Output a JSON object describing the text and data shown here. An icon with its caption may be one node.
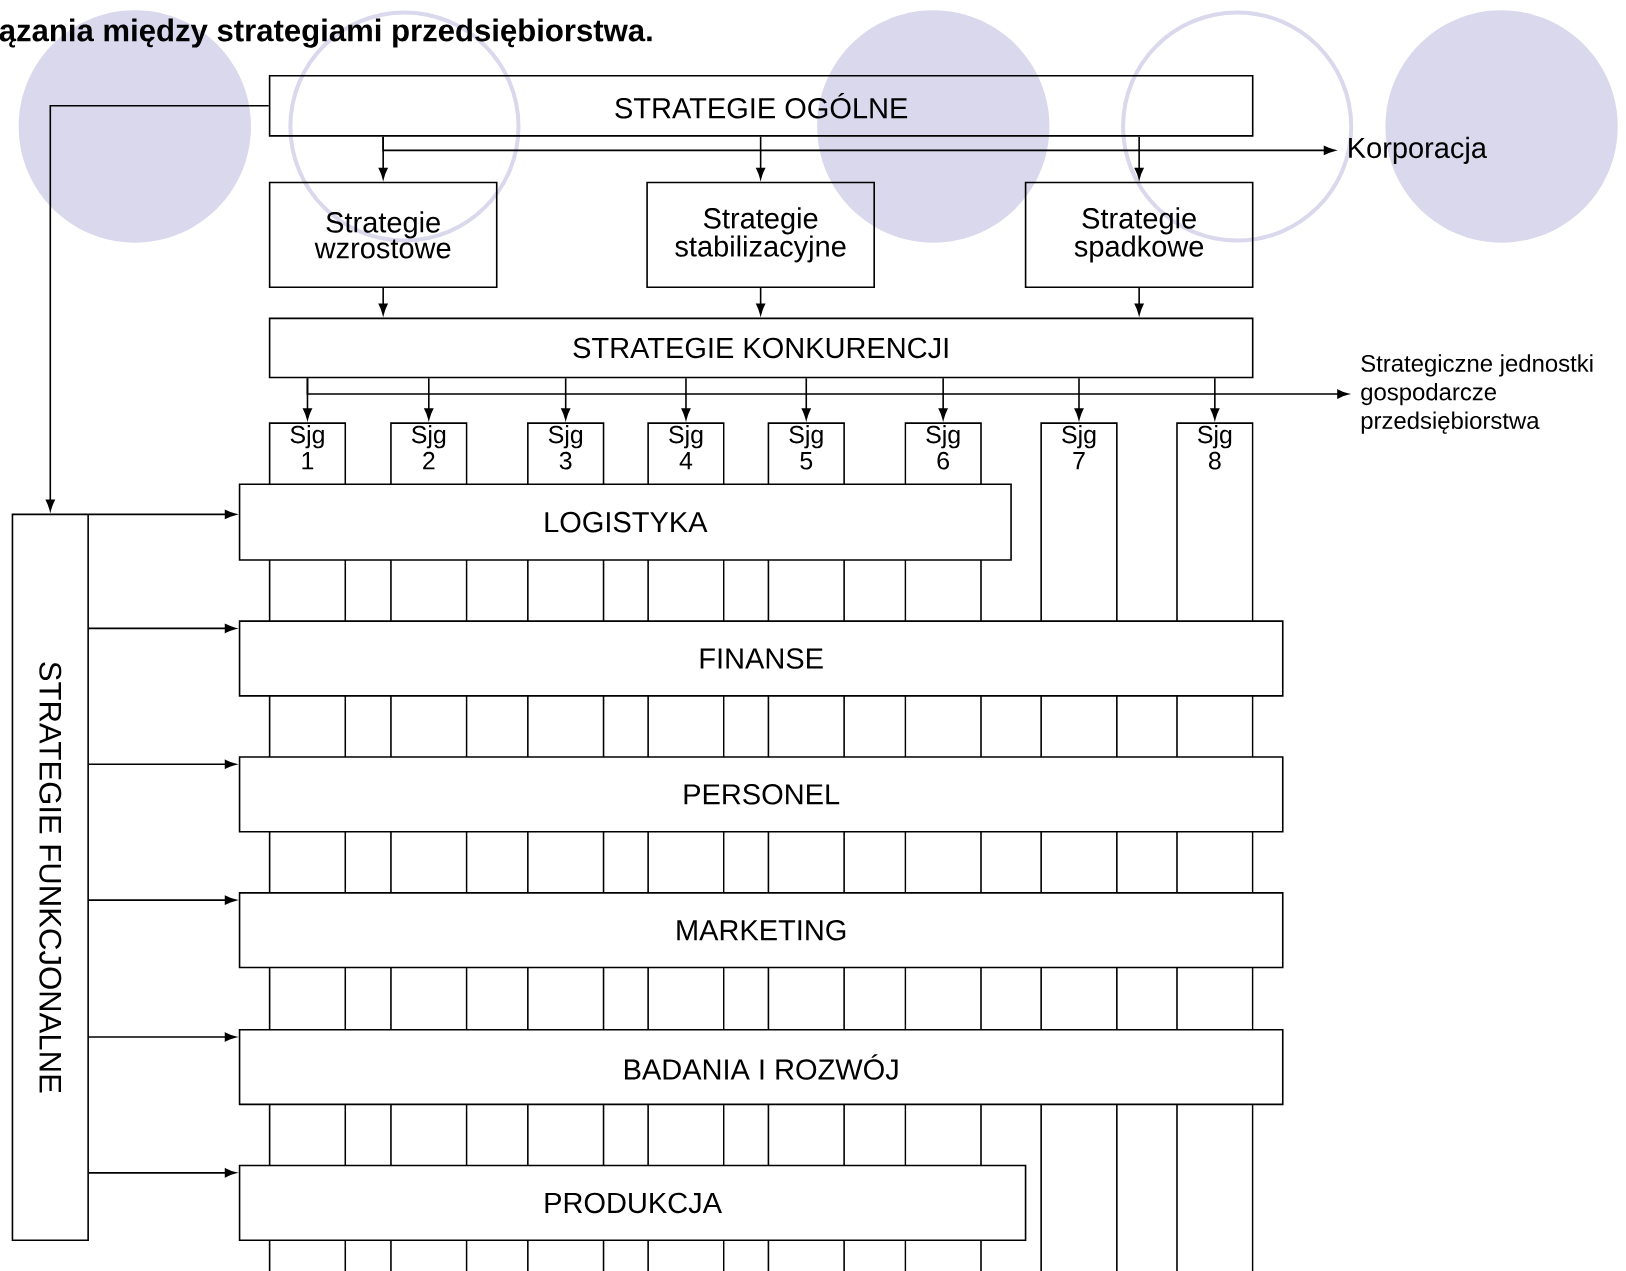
{
  "diagram": {
    "title": "ązania między strategiami przedsiębiorstwa.",
    "nodes": [
      {
        "text": [
          "STRATEGIE OGÓLNE"
        ]
      },
      {
        "text": [
          "Strategie wzrostowe"
        ]
      },
      {
        "text": [
          "Strategie stabilizacyjne"
        ]
      },
      {
        "text": [
          "Strategie spadkowe"
        ]
      },
      {
        "text": [
          "Korporacja"
        ]
      },
      {
        "text": [
          "STRATEGIE KONKURENCJI"
        ]
      },
      {
        "text": [
          "Strategiczne jednostki gospodarcze przedsiębiorstwa"
        ]
      },
      {
        "text": [
          "Sjg 1"
        ]
      },
      {
        "text": [
          "Sjg 2"
        ]
      },
      {
        "text": [
          "Sjg 3"
        ]
      },
      {
        "text": [
          "Sjg 4"
        ]
      },
      {
        "text": [
          "Sjg 5"
        ]
      },
      {
        "text": [
          "Sjg 6"
        ]
      },
      {
        "text": [
          "Sjg 7"
        ]
      },
      {
        "text": [
          "Sjg 8"
        ]
      },
      {
        "text": [
          "STRATEGIE FUNKCJONALNE"
        ]
      },
      {
        "text": [
          "LOGISTYKA"
        ]
      },
      {
        "text": [
          "FINANSE"
        ]
      },
      {
        "text": [
          "PERSONEL"
        ]
      },
      {
        "text": [
          "MARKETING"
        ]
      },
      {
        "text": [
          "BADANIA I ROZWÓJ"
        ]
      },
      {
        "text": [
          "PRODUKCJA"
        ]
      }
    ],
    "edges": [
      {
        "from": 0,
        "to": 1,
        "arrow": "to"
      },
      {
        "from": 0,
        "to": 2,
        "arrow": "to"
      },
      {
        "from": 0,
        "to": 3,
        "arrow": "to"
      },
      {
        "from": 0,
        "to": 4,
        "arrow": "to"
      },
      {
        "from": 1,
        "to": 5,
        "arrow": "to"
      },
      {
        "from": 2,
        "to": 5,
        "arrow": "to"
      },
      {
        "from": 3,
        "to": 5,
        "arrow": "to"
      },
      {
        "from": 5,
        "to": 7,
        "arrow": "to"
      },
      {
        "from": 5,
        "to": 8,
        "arrow": "to"
      },
      {
        "from": 5,
        "to": 9,
        "arrow": "to"
      },
      {
        "from": 5,
        "to": 10,
        "arrow": "to"
      },
      {
        "from": 5,
        "to": 11,
        "arrow": "to"
      },
      {
        "from": 5,
        "to": 12,
        "arrow": "to"
      },
      {
        "from": 5,
        "to": 13,
        "arrow": "to"
      },
      {
        "from": 5,
        "to": 14,
        "arrow": "to"
      },
      {
        "from": 5,
        "to": 6,
        "arrow": "to"
      },
      {
        "from": 0,
        "to": 15,
        "arrow": "to"
      },
      {
        "from": 15,
        "to": 16,
        "arrow": "to"
      },
      {
        "from": 15,
        "to": 17,
        "arrow": "to"
      },
      {
        "from": 15,
        "to": 18,
        "arrow": "to"
      },
      {
        "from": 15,
        "to": 19,
        "arrow": "to"
      },
      {
        "from": 15,
        "to": 20,
        "arrow": "to"
      },
      {
        "from": 15,
        "to": 21,
        "arrow": "to"
      }
    ]
  }
}
